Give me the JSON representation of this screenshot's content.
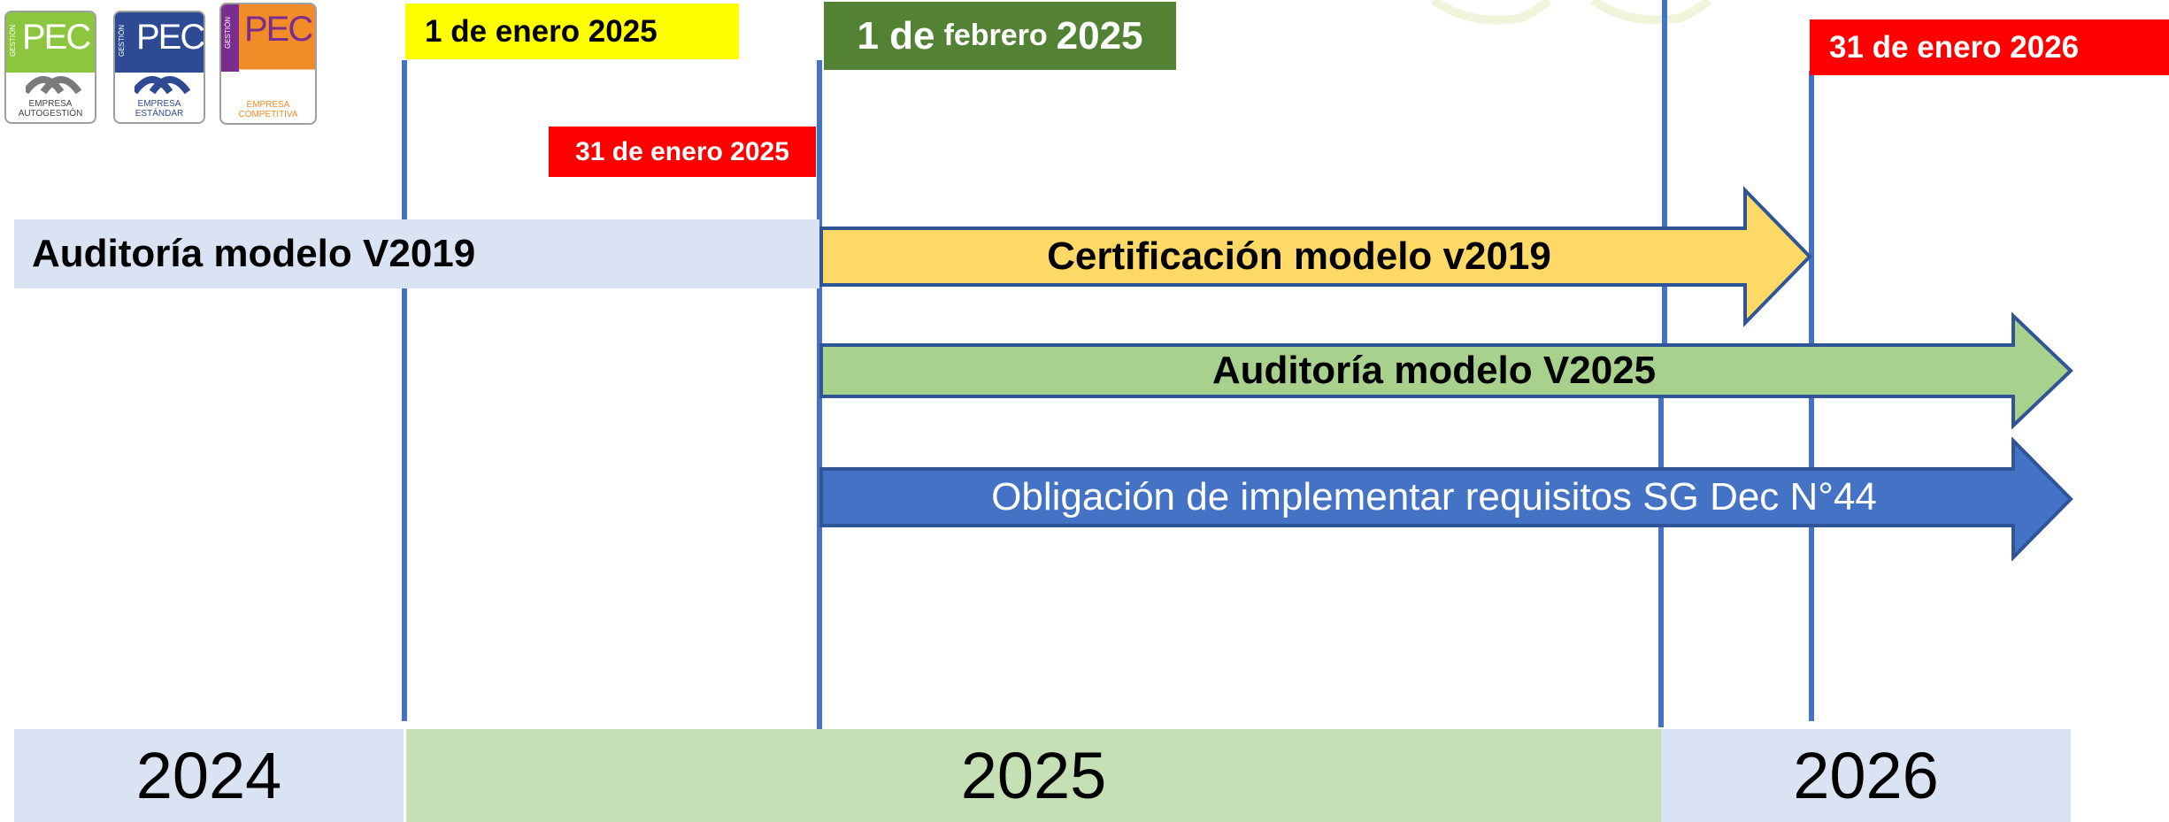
{
  "logos": [
    {
      "brand": "PEC",
      "vertical": "GESTIÓN",
      "line1": "EMPRESA",
      "line2": "AUTOGESTIÓN",
      "color": "#7AB929"
    },
    {
      "brand": "PEC",
      "vertical": "GESTIÓN",
      "line1": "EMPRESA",
      "line2": "ESTÁNDAR",
      "color": "#2E4A93"
    },
    {
      "brand": "PEC",
      "vertical": "GESTIÓN",
      "line1": "EMPRESA",
      "line2": "COMPETITIVA",
      "color": "#F28C28"
    }
  ],
  "milestones": {
    "jan1_2025": "1 de enero 2025",
    "jan31_2025": "31 de enero 2025",
    "feb1_day": "1 de",
    "feb1_month": "febrero",
    "feb1_year": "2025",
    "jan31_2026": "31 de enero 2026"
  },
  "bars": {
    "audit_v2019": "Auditoría modelo V2019",
    "cert_v2019": "Certificación modelo v2019",
    "audit_v2025": "Auditoría modelo V2025",
    "obligation": "Obligación de implementar requisitos SG Dec N°44"
  },
  "years": [
    "2024",
    "2025",
    "2026"
  ],
  "colors": {
    "line": "#4472C4",
    "yellow": "#FFFF00",
    "red": "#FF0000",
    "green_dark": "#548235",
    "light_blue": "#DAE3F3",
    "gold": "#FFD966",
    "light_green": "#A9D18E",
    "blue": "#4472C4",
    "year_green": "#C5E0B4"
  }
}
